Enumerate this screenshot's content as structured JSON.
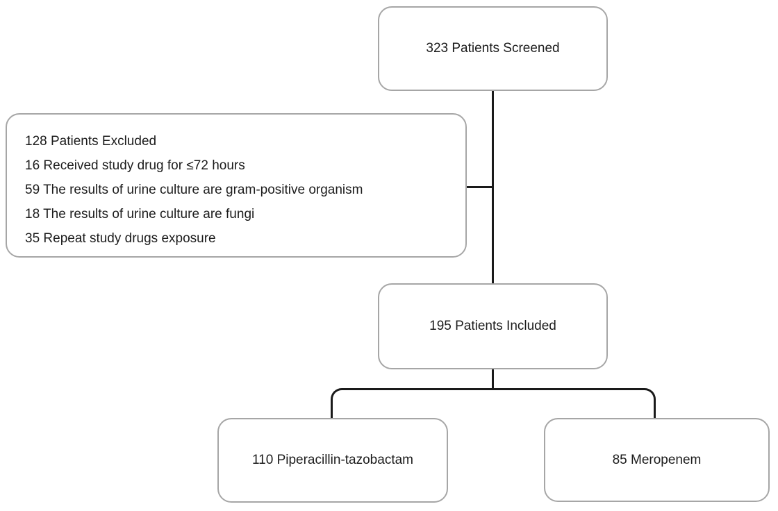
{
  "diagram": {
    "type": "patient-flow-diagram",
    "colors": {
      "background": "#ffffff",
      "box_border": "#a6a6a6",
      "connector_line": "#1a1a1a",
      "text": "#1c1c1c"
    },
    "nodes": {
      "screened": {
        "label": "323 Patients Screened"
      },
      "excluded": {
        "lines": [
          "128 Patients Excluded",
          "16 Received study drug for ≤72 hours",
          "59 The results of urine culture are gram-positive organism",
          "18 The results of urine culture are fungi",
          "35 Repeat study drugs exposure"
        ]
      },
      "included": {
        "label": "195 Patients Included"
      },
      "piperacillin": {
        "label": "110 Piperacillin-tazobactam"
      },
      "meropenem": {
        "label": "85 Meropenem"
      }
    }
  }
}
